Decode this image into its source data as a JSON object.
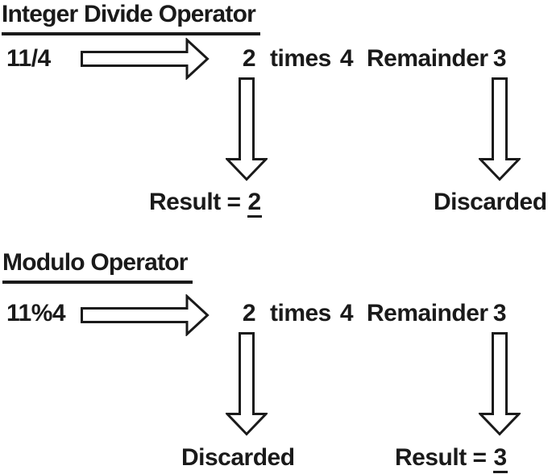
{
  "colors": {
    "ink": "#1a1a1a",
    "background": "#ffffff"
  },
  "sections": [
    {
      "title": "Integer Divide Operator",
      "expression": "11/4",
      "quotient": "2",
      "times_label": "times",
      "divisor": "4",
      "remainder_label": "Remainder",
      "remainder_value": "3",
      "quotient_outcome_prefix": "Result =",
      "quotient_outcome_value": "2",
      "remainder_outcome": "Discarded"
    },
    {
      "title": "Modulo Operator",
      "expression": "11%4",
      "quotient": "2",
      "times_label": "times",
      "divisor": "4",
      "remainder_label": "Remainder",
      "remainder_value": "3",
      "quotient_outcome": "Discarded",
      "remainder_outcome_prefix": "Result =",
      "remainder_outcome_value": "3"
    }
  ]
}
